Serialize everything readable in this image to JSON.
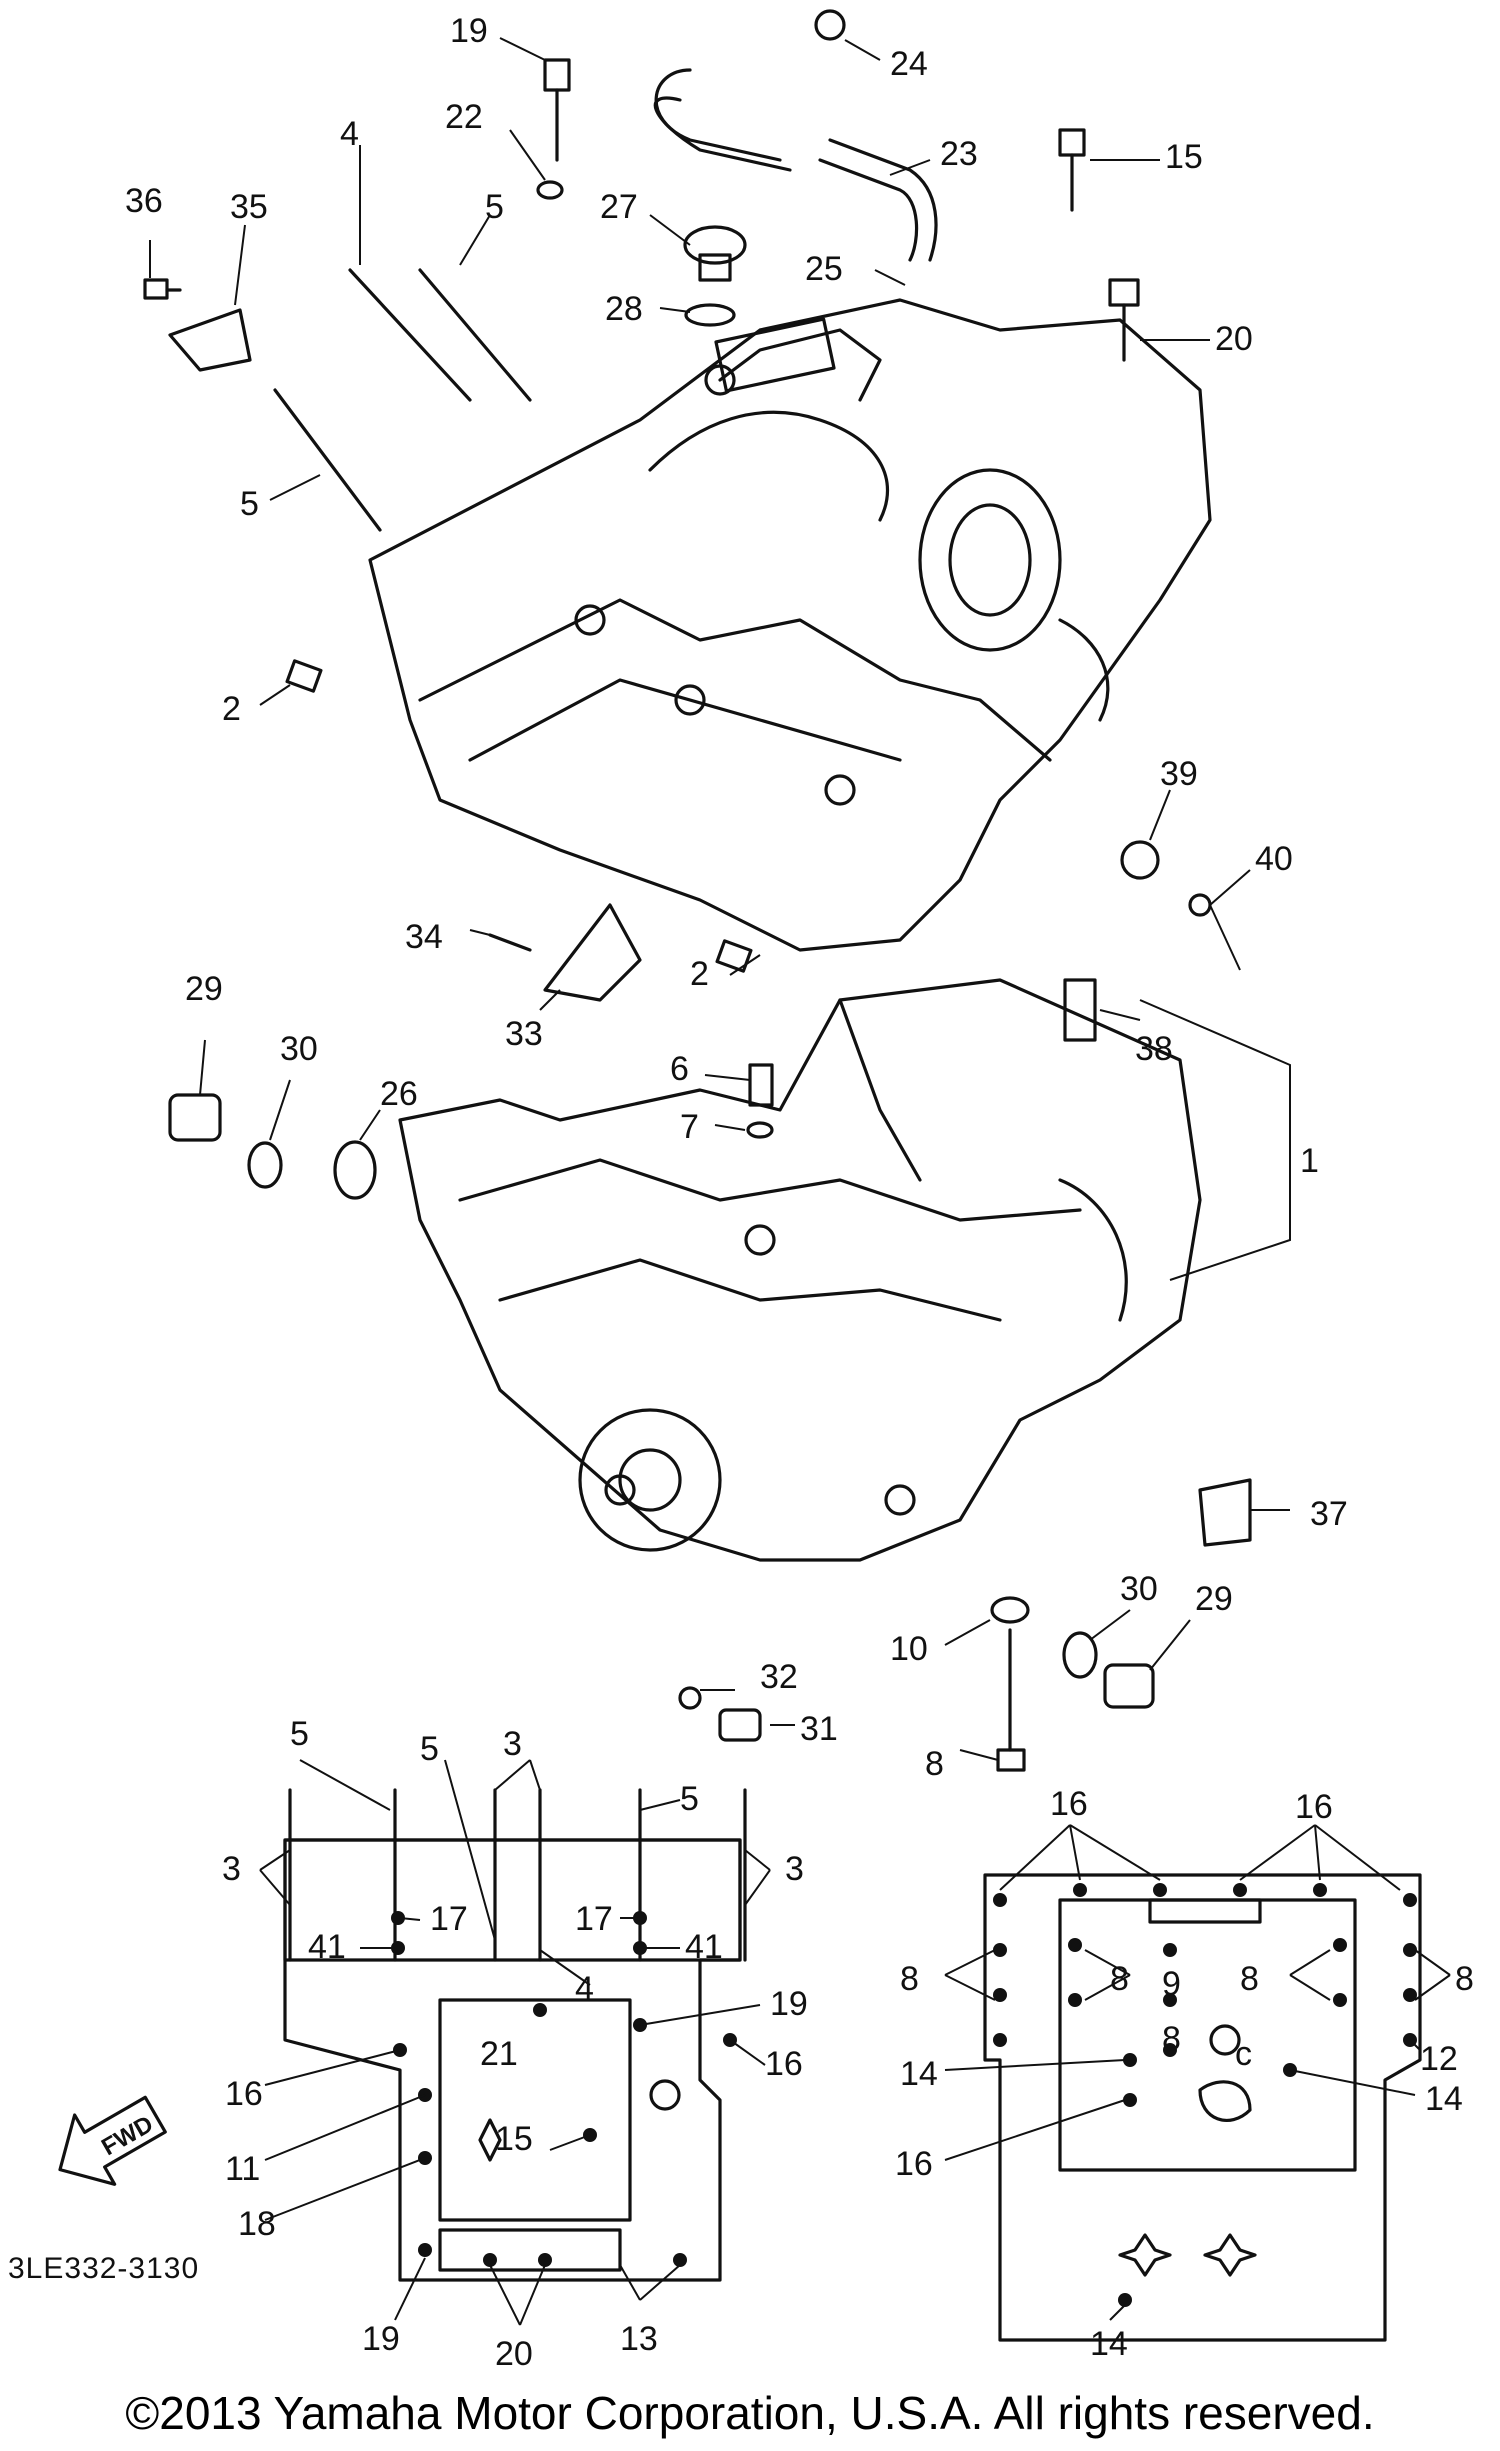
{
  "figure_code": "3LE332-3130",
  "fwd_label": "FWD",
  "copyright": "©2013 Yamaha Motor Corporation, U.S.A. All rights reserved.",
  "callouts": {
    "c1": "1",
    "c2a": "2",
    "c2b": "2",
    "c4": "4",
    "c5a": "5",
    "c5b": "5",
    "c6": "6",
    "c7": "7",
    "c8": "8",
    "c10": "10",
    "c15": "15",
    "c19": "19",
    "c20": "20",
    "c22": "22",
    "c23": "23",
    "c24": "24",
    "c25": "25",
    "c26": "26",
    "c27": "27",
    "c28": "28",
    "c29a": "29",
    "c29b": "29",
    "c30a": "30",
    "c30b": "30",
    "c31": "31",
    "c32": "32",
    "c33": "33",
    "c34": "34",
    "c35": "35",
    "c36": "36",
    "c37": "37",
    "c38": "38",
    "c39": "39",
    "c40": "40"
  },
  "left_inset": {
    "l5a": "5",
    "l5b": "5",
    "l3a": "3",
    "l5c": "5",
    "l3b": "3",
    "l3c": "3",
    "l17a": "17",
    "l17b": "17",
    "l41a": "41",
    "l41b": "41",
    "l4": "4",
    "l19a": "19",
    "l21": "21",
    "l16a": "16",
    "l16b": "16",
    "l11": "11",
    "l15": "15",
    "l18": "18",
    "l19b": "19",
    "l20": "20",
    "l13": "13"
  },
  "right_inset": {
    "r16a": "16",
    "r16b": "16",
    "r8a": "8",
    "r8b": "8",
    "r9": "9",
    "r8c": "8",
    "r8d": "8",
    "r8e": "8",
    "r14a": "14",
    "r12": "12",
    "r14b": "14",
    "r16c": "16",
    "r14c": "14",
    "rc": "c"
  }
}
